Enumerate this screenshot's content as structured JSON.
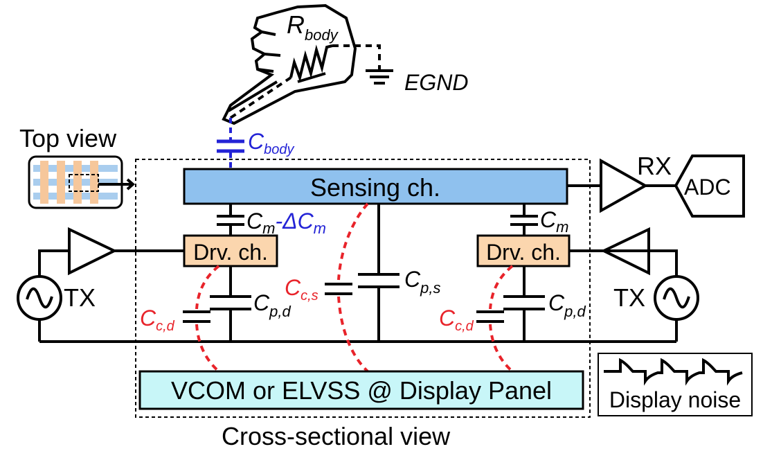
{
  "labels": {
    "r_body_main": "R",
    "r_body_sub": "body",
    "egnd": "EGND",
    "top_view": "Top view",
    "c_body_main": "C",
    "c_body_sub": "body",
    "rx": "RX",
    "adc": "ADC",
    "sensing_channel": "Sensing ch.",
    "drv_channel_left": "Drv. ch.",
    "drv_channel_right": "Drv. ch.",
    "cm_left_main": "C",
    "cm_left_sub": "m",
    "cm_left_delta": "-ΔC",
    "cm_left_delta_sub": "m",
    "cm_right_main": "C",
    "cm_right_sub": "m",
    "tx_left": "TX",
    "tx_right": "TX",
    "cps_main": "C",
    "cps_sub": "p,s",
    "cpd_left_main": "C",
    "cpd_left_sub": "p,d",
    "cpd_right_main": "C",
    "cpd_right_sub": "p,d",
    "ccs_main": "C",
    "ccs_sub": "c,s",
    "ccd_left_main": "C",
    "ccd_left_sub": "c,d",
    "ccd_right_main": "C",
    "ccd_right_sub": "c,d",
    "display_panel": "VCOM or ELVSS @ Display Panel",
    "display_noise": "Display noise",
    "cross_section": "Cross-sectional view"
  },
  "colors": {
    "sensing_fill": "#8fc1ee",
    "driver_fill": "#fbd6ae",
    "panel_fill": "#c8f6f8",
    "coupling_red": "#e8232a",
    "body_blue": "#2323d6",
    "delta_blue": "#2323d6",
    "topview_blue": "#a9cdee",
    "topview_orange": "#f6c79b"
  }
}
